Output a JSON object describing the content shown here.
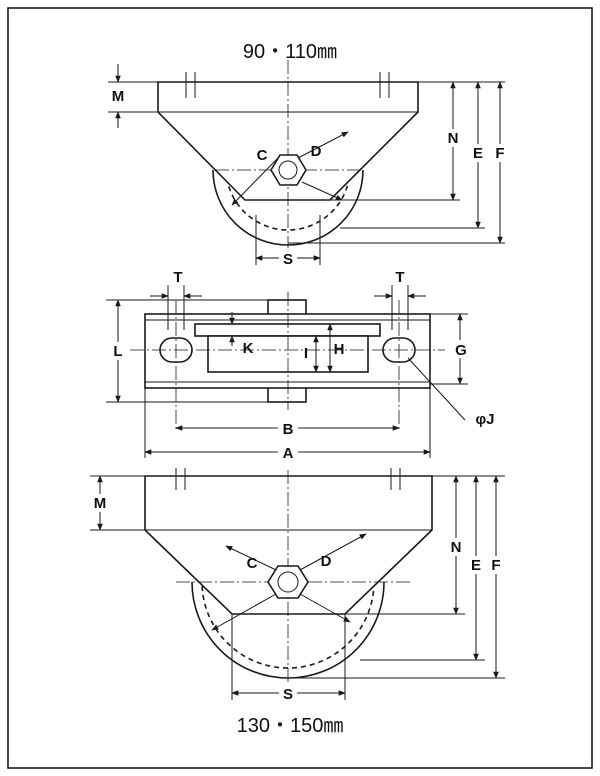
{
  "titles": {
    "top": "90・110㎜",
    "bottom": "130・150㎜"
  },
  "labels": {
    "M": "M",
    "N": "N",
    "E": "E",
    "F": "F",
    "C": "C",
    "D": "D",
    "S": "S",
    "T": "T",
    "L": "L",
    "K": "K",
    "I": "I",
    "H": "H",
    "G": "G",
    "J": "φJ",
    "B": "B",
    "A": "A"
  },
  "colors": {
    "line": "#1a1a1a",
    "background": "#ffffff"
  }
}
